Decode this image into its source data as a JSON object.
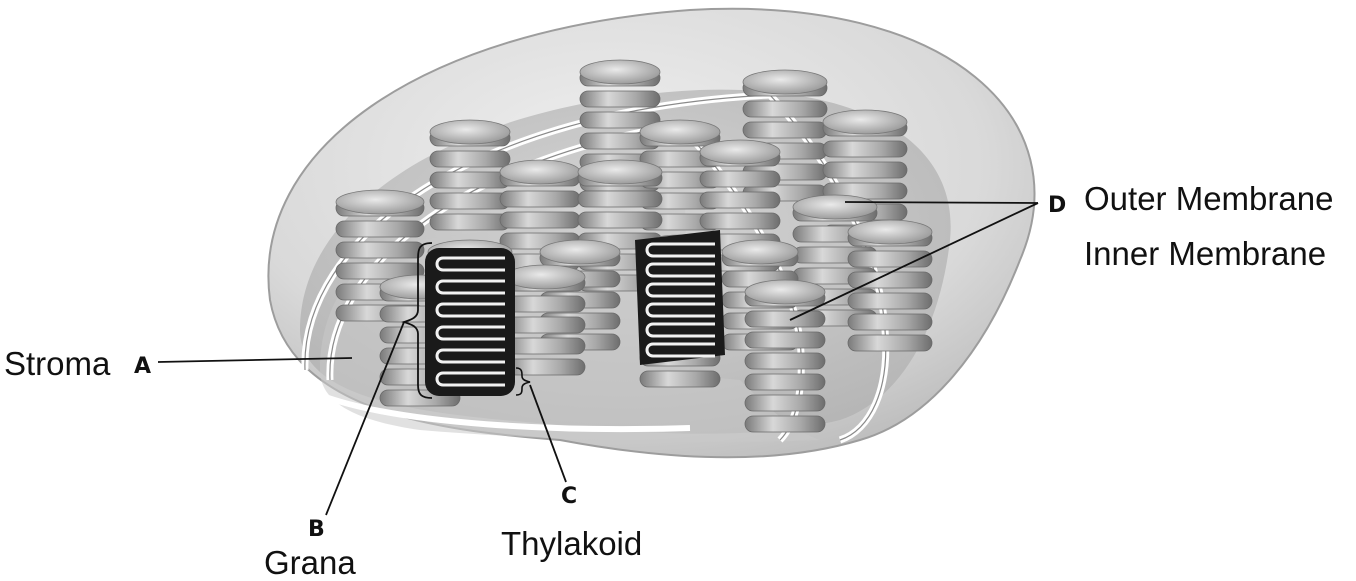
{
  "diagram": {
    "labels": {
      "stroma": {
        "letter": "A",
        "text": "Stroma"
      },
      "grana": {
        "letter": "B",
        "text": "Grana"
      },
      "thylakoid": {
        "letter": "C",
        "text": "Thylakoid"
      },
      "membranes": {
        "letter": "D",
        "outer": "Outer Membrane",
        "inner": "Inner Membrane"
      }
    }
  }
}
